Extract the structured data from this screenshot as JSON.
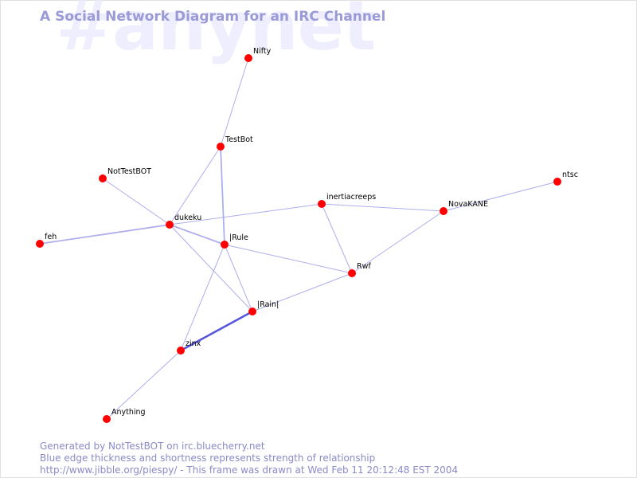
{
  "watermark": "#anynet",
  "title": "A Social Network Diagram for an IRC Channel",
  "footer": {
    "line1": "Generated by NotTestBOT on irc.bluecherry.net",
    "line2": "Blue edge thickness and shortness represents strength of relationship",
    "line3": "http://www.jibble.org/piespy/ - This frame was drawn at Wed Feb 11 20:12:48 EST 2004"
  },
  "colors": {
    "node": "#ff0000",
    "edge": "#9a9ae8",
    "edge_strong": "#5555dd",
    "title": "#9a9ad6",
    "watermark": "#eeeeff"
  },
  "nodes": [
    {
      "id": "Nifty"
    },
    {
      "id": "TestBot"
    },
    {
      "id": "NotTestBOT"
    },
    {
      "id": "inertiacreeps"
    },
    {
      "id": "NovaKANE"
    },
    {
      "id": "ntsc"
    },
    {
      "id": "dukeku"
    },
    {
      "id": "feh"
    },
    {
      "id": "|Rule"
    },
    {
      "id": "Rwf"
    },
    {
      "id": "|Rain|"
    },
    {
      "id": "zinx"
    },
    {
      "id": "Anything"
    }
  ],
  "edges": [
    {
      "source": "Nifty",
      "target": "TestBot",
      "strength": 1
    },
    {
      "source": "TestBot",
      "target": "dukeku",
      "strength": 1
    },
    {
      "source": "TestBot",
      "target": "|Rule",
      "strength": 2
    },
    {
      "source": "NotTestBOT",
      "target": "dukeku",
      "strength": 1
    },
    {
      "source": "dukeku",
      "target": "inertiacreeps",
      "strength": 1
    },
    {
      "source": "feh",
      "target": "dukeku",
      "strength": 2
    },
    {
      "source": "dukeku",
      "target": "|Rule",
      "strength": 2
    },
    {
      "source": "dukeku",
      "target": "|Rain|",
      "strength": 1
    },
    {
      "source": "inertiacreeps",
      "target": "NovaKANE",
      "strength": 1
    },
    {
      "source": "inertiacreeps",
      "target": "Rwf",
      "strength": 1
    },
    {
      "source": "NovaKANE",
      "target": "ntsc",
      "strength": 1
    },
    {
      "source": "NovaKANE",
      "target": "Rwf",
      "strength": 1
    },
    {
      "source": "|Rule",
      "target": "Rwf",
      "strength": 1
    },
    {
      "source": "|Rule",
      "target": "|Rain|",
      "strength": 1
    },
    {
      "source": "|Rule",
      "target": "zinx",
      "strength": 1
    },
    {
      "source": "|Rain|",
      "target": "Rwf",
      "strength": 1
    },
    {
      "source": "|Rain|",
      "target": "zinx",
      "strength": 3
    },
    {
      "source": "zinx",
      "target": "Anything",
      "strength": 1
    }
  ]
}
